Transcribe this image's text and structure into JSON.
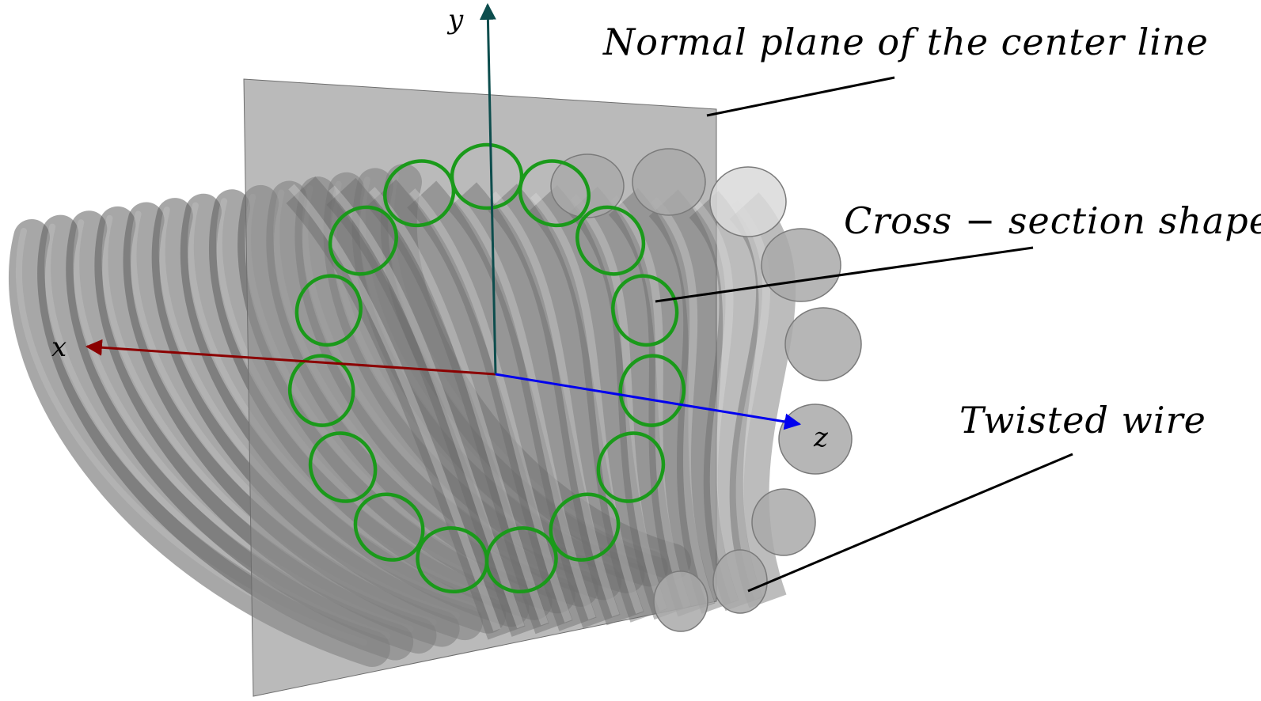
{
  "labels": {
    "normal_plane": "Normal plane of the center line",
    "cross_section": "Cross − section shape",
    "twisted_wire": "Twisted wire"
  },
  "axes": {
    "x": "x",
    "y": "y",
    "z": "z"
  },
  "cross_section_count": 15,
  "colors": {
    "plane": "#9a9a9a",
    "wire": "#7d7d7d",
    "cross_section": "#1a9a1a",
    "x_axis": "#8b0000",
    "y_axis": "#0d4d4d",
    "z_axis": "#0000ee",
    "leader": "#000000"
  }
}
